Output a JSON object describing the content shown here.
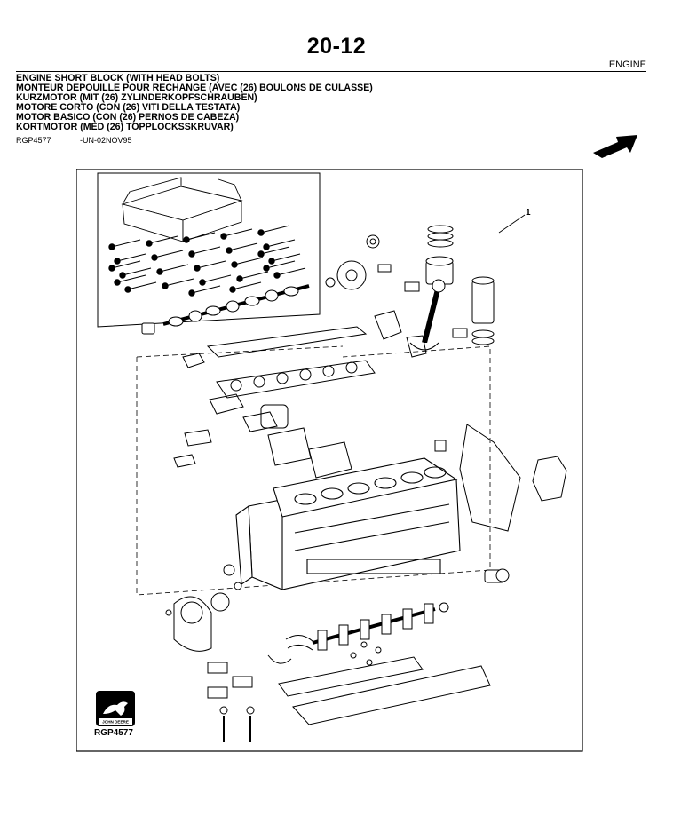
{
  "header": {
    "page_number": "20-12",
    "section": "ENGINE"
  },
  "titles": [
    "ENGINE SHORT BLOCK (WITH HEAD BOLTS)",
    "MONTEUR DEPOUILLE POUR RECHANGE (AVEC (26) BOULONS DE CULASSE)",
    "KURZMOTOR (MIT (26) ZYLINDERKOPFSCHRAUBEN)",
    "MOTORE CORTO (CON (26) VITI DELLA TESTATA)",
    "MOTOR BASICO (CON (26) PERNOS DE CABEZA)",
    "KORTMOTOR (MED (26) TOPPLOCKSSKRUVAR)"
  ],
  "reference": {
    "code": "RGP4577",
    "date_code": "-UN-02NOV95"
  },
  "figure": {
    "callout": "1",
    "code": "RGP4577",
    "logo_text": "JOHN DEERE",
    "icons": [
      "direction-arrow-icon",
      "john-deere-logo-icon"
    ]
  }
}
